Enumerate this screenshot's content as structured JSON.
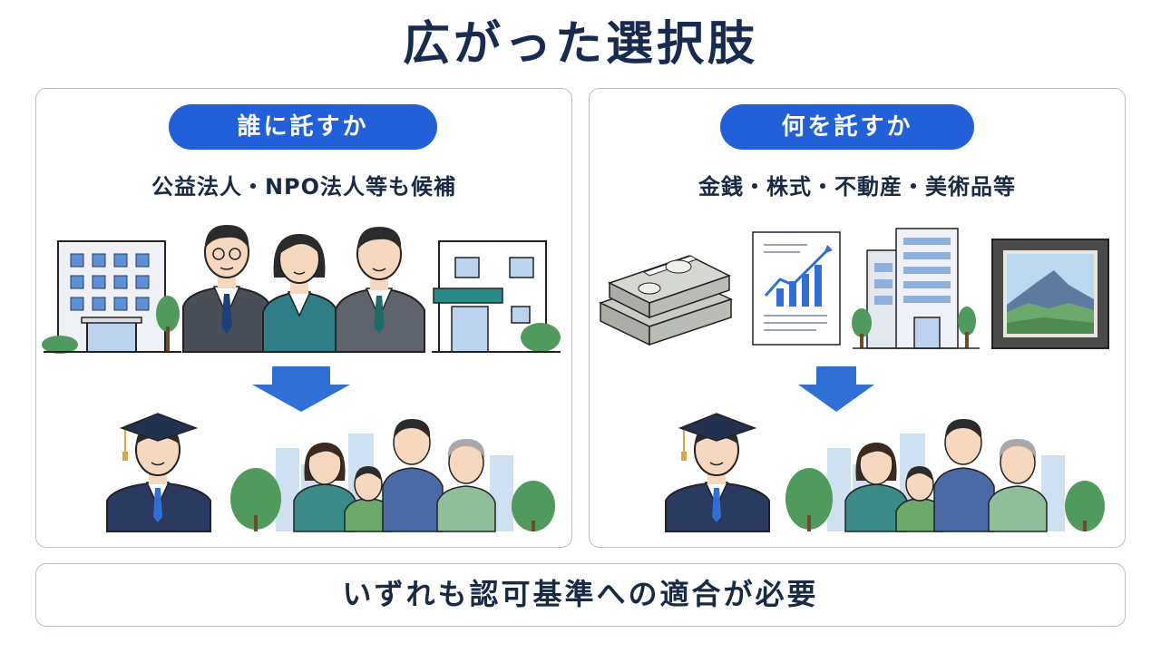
{
  "title": "広がった選択肢",
  "left_panel": {
    "heading": "誰に託すか",
    "subtitle": "公益法人・NPO法人等も候補"
  },
  "right_panel": {
    "heading": "何を託すか",
    "subtitle": "金銭・株式・不動産・美術品等"
  },
  "footer": "いずれも認可基準への適合が必要",
  "colors": {
    "accent": "#2260d9",
    "arrow": "#2f6fd6",
    "title": "#172a4f",
    "border": "#b7c1cf"
  },
  "icons": [
    "office-building-icon",
    "business-people-icon",
    "facility-building-icon",
    "down-arrow-icon",
    "graduate-icon",
    "family-icon",
    "money-stack-icon",
    "stock-chart-icon",
    "real-estate-icon",
    "painting-icon"
  ]
}
